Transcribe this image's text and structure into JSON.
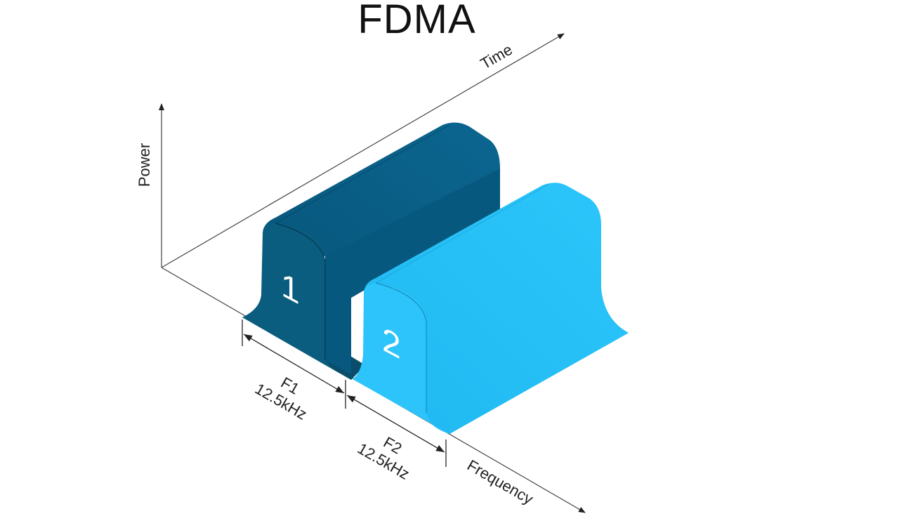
{
  "title": "FDMA",
  "axes": {
    "time": "Time",
    "power": "Power",
    "frequency": "Frequency"
  },
  "channels": [
    {
      "label": "1",
      "frequency": "F1",
      "bandwidth": "12.5kHz",
      "color": "#0a5d7e"
    },
    {
      "label": "2",
      "frequency": "F2",
      "bandwidth": "12.5kHz",
      "color": "#22bdf4"
    }
  ]
}
